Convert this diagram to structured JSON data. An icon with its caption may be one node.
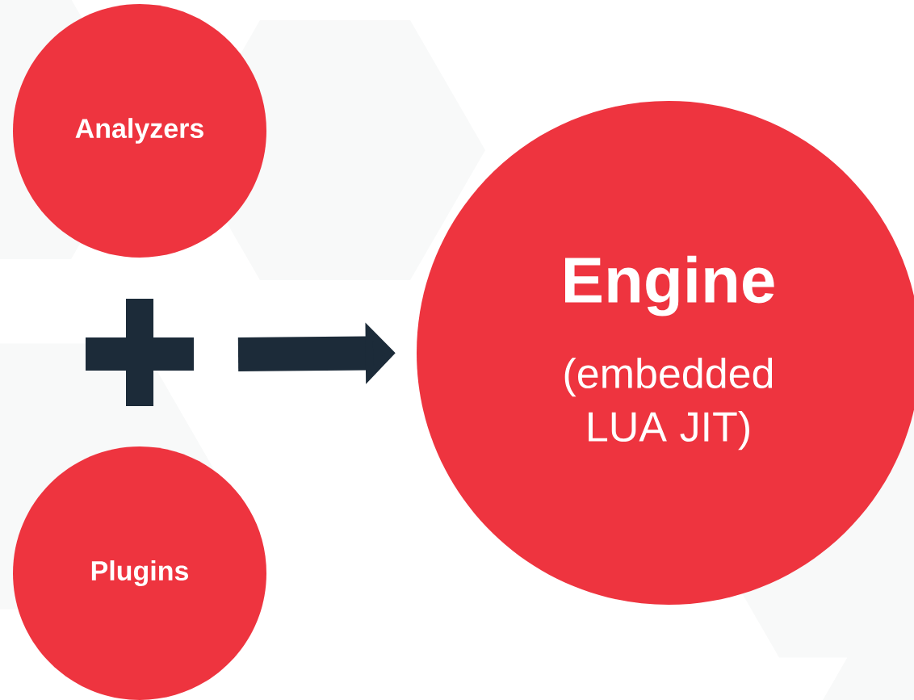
{
  "diagram": {
    "nodes": [
      {
        "text": [
          "Analyzers"
        ]
      },
      {
        "text": [
          "Plugins"
        ]
      },
      {
        "text": [
          "Engine",
          "(embedded LUA JIT)"
        ]
      }
    ],
    "edges": [
      {
        "from": null,
        "to": 2,
        "arrow": "to"
      }
    ]
  }
}
